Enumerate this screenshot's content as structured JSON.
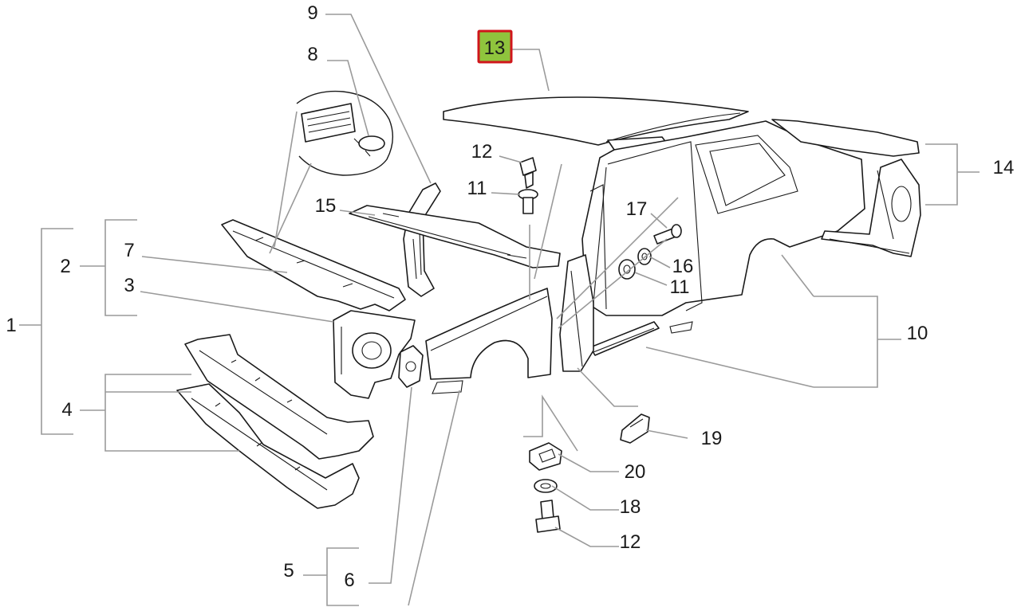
{
  "highlight": {
    "fill": "#8fc43d",
    "border": "#d0151b"
  },
  "callouts": {
    "c1": "1",
    "c2": "2",
    "c3": "3",
    "c4": "4",
    "c5": "5",
    "c6": "6",
    "c7": "7",
    "c8": "8",
    "c9": "9",
    "c10": "10",
    "c11a": "11",
    "c11b": "11",
    "c12a": "12",
    "c12b": "12",
    "c13": "13",
    "c14": "14",
    "c15": "15",
    "c16": "16",
    "c17": "17",
    "c18": "18",
    "c19": "19",
    "c20": "20"
  }
}
